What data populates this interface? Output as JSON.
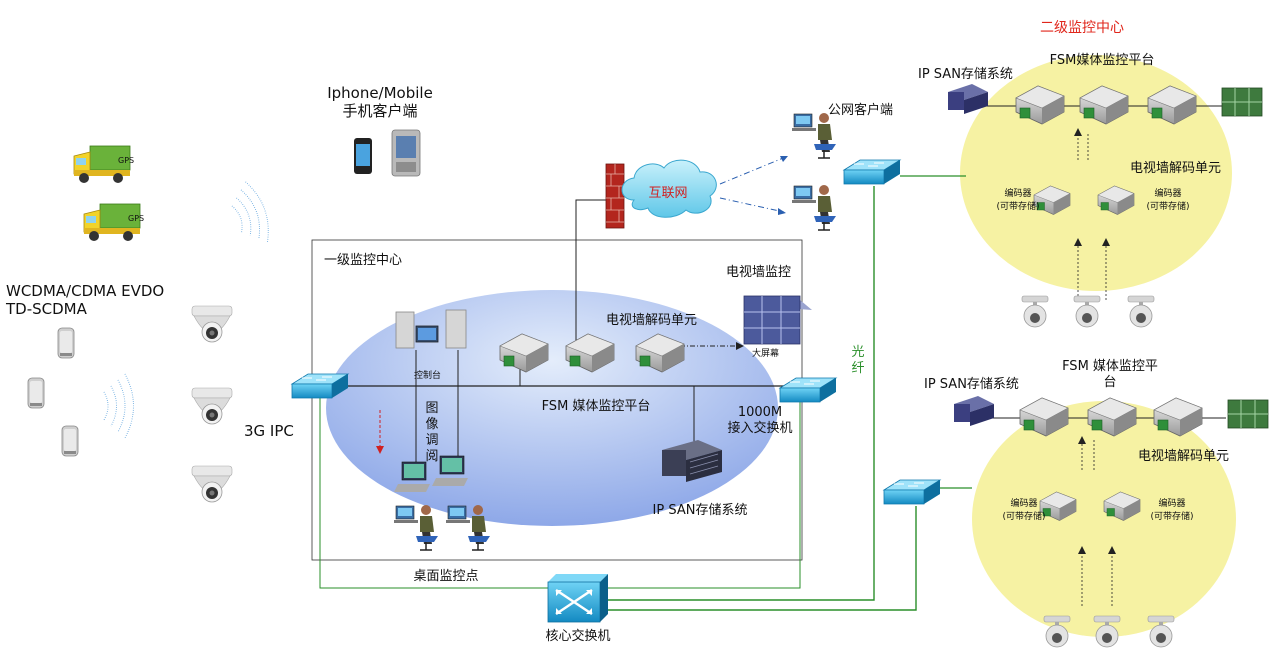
{
  "labels": {
    "secondary_center": "二级监控中心",
    "fsm_platform_top": "FSM媒体监控平台",
    "ipsan_top": "IP SAN存储系统",
    "public_client": "公网客户端",
    "tv_decode_top": "电视墙解码单元",
    "encoder": "编码器",
    "encoder_sub": "(可带存储)",
    "iphone_line1": "Iphone/Mobile",
    "iphone_line2": "手机客户端",
    "internet": "互联网",
    "wcdma_line1": "WCDMA/CDMA EVDO",
    "wcdma_line2": "TD-SCDMA",
    "primary_center": "一级监控中心",
    "tv_wall_monitor": "电视墙监控",
    "tv_decode_mid": "电视墙解码单元",
    "big_screen": "大屏幕",
    "console": "控制台",
    "image_review": [
      "图",
      "像",
      "调",
      "阅"
    ],
    "fsm_platform_mid": "FSM 媒体监控平台",
    "access_switch_line1": "1000M",
    "access_switch_line2": "接入交换机",
    "ipc_3g": "3G IPC",
    "ipsan_mid": "IP SAN存储系统",
    "desktop_point": "桌面监控点",
    "core_switch": "核心交换机",
    "fiber": [
      "光",
      "纤"
    ],
    "fsm_platform_bottom_line1": "FSM 媒体监控平",
    "fsm_platform_bottom_line2": "台",
    "ipsan_bottom": "IP SAN存储系统",
    "tv_decode_bottom": "电视墙解码单元",
    "gps": "GPS"
  },
  "colors": {
    "accent_red": "#e0261b",
    "fiber_green": "#2a8f2a",
    "secondary_ellipse": "#f6f2a3",
    "primary_ellipse_top": "#d8e6fa",
    "primary_ellipse_bottom": "#8fa9ea",
    "switch_cyan": "#1f9bd1"
  }
}
